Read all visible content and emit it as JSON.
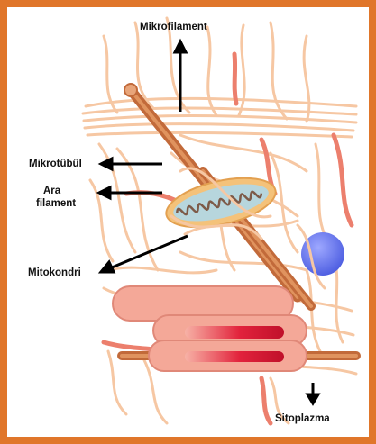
{
  "labels": {
    "mikrofilament": "Mikrofilament",
    "mikrotubul": "Mikrotübül",
    "ara": "Ara",
    "filament": "filament",
    "mitokondri": "Mitokondri",
    "sitoplazma": "Sitoplazma"
  },
  "colors": {
    "frame": "#e0762a",
    "microfilament": "#f6c7a3",
    "microtubule": "#c26a3a",
    "intermediate_filament": "#ec7f6d",
    "mitochondrion_membrane": "#f4c27a",
    "mitochondrion_cristae": "#8fb6c2",
    "vesicle": "#6273ea",
    "reticulum": "#f4a898",
    "reticulum_lumen": "#e2233c",
    "arrow": "#000000"
  }
}
